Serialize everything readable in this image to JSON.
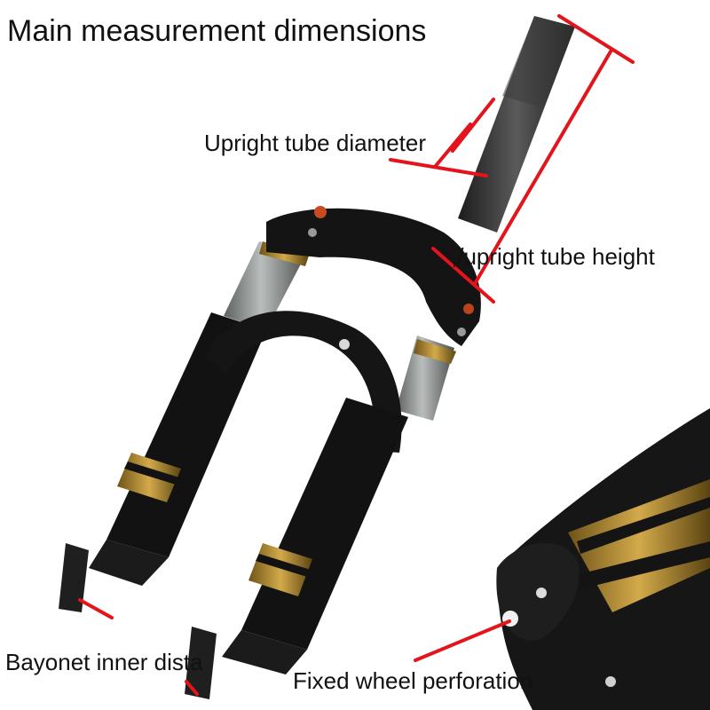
{
  "title": "Main measurement dimensions",
  "labels": {
    "upright_tube_diameter": "Upright tube diameter",
    "upright_tube_height": ",/upright tube height",
    "bayonet_inner_distance": "Bayonet inner dista",
    "fixed_wheel_perforation": "Fixed wheel perforation"
  },
  "colors": {
    "marker": "#e3141b",
    "fork_body": "#121212",
    "gold_band": "#b08a2e",
    "chrome": "#8b8f8e"
  }
}
